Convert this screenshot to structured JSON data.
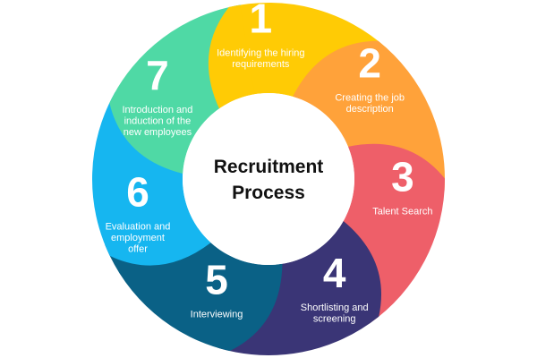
{
  "diagram": {
    "center": {
      "title_lines": [
        "Recruitment",
        "Process"
      ]
    },
    "steps": [
      {
        "number": "1",
        "label_lines": [
          "Identifying the hiring",
          "requirements"
        ],
        "color": "#FFCB05"
      },
      {
        "number": "2",
        "label_lines": [
          "Creating the job",
          "description"
        ],
        "color": "#FFA23A"
      },
      {
        "number": "3",
        "label_lines": [
          "Talent Search"
        ],
        "color": "#EE5F69"
      },
      {
        "number": "4",
        "label_lines": [
          "Shortlisting and",
          "screening"
        ],
        "color": "#3A3576"
      },
      {
        "number": "5",
        "label_lines": [
          "Interviewing"
        ],
        "color": "#0A6186"
      },
      {
        "number": "6",
        "label_lines": [
          "Evaluation and",
          "employment",
          "offer"
        ],
        "color": "#16B6F0"
      },
      {
        "number": "7",
        "label_lines": [
          "Introduction and",
          "induction of the",
          "new employees"
        ],
        "color": "#4FD9A5"
      }
    ]
  }
}
